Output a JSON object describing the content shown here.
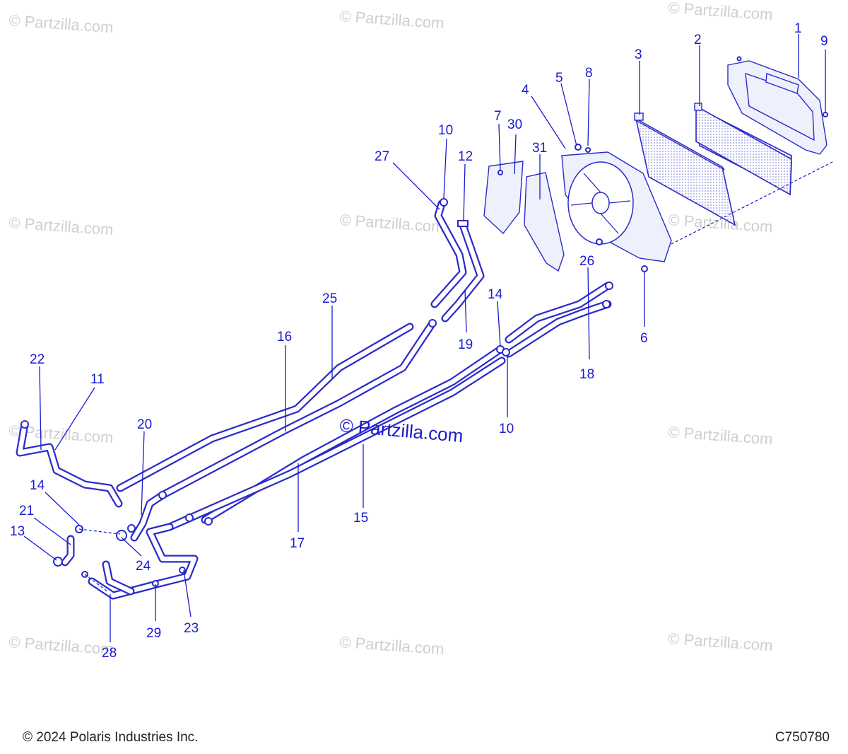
{
  "watermark": "© Partzilla.com",
  "center_watermark": "© Partzilla.com",
  "footer": {
    "copyright": "© 2024 Polaris Industries Inc.",
    "code": "C750780"
  },
  "callouts": [
    {
      "id": "c1",
      "text": "1"
    },
    {
      "id": "c2",
      "text": "2"
    },
    {
      "id": "c3",
      "text": "3"
    },
    {
      "id": "c4",
      "text": "4"
    },
    {
      "id": "c5",
      "text": "5"
    },
    {
      "id": "c6",
      "text": "6"
    },
    {
      "id": "c7",
      "text": "7"
    },
    {
      "id": "c8",
      "text": "8"
    },
    {
      "id": "c9",
      "text": "9"
    },
    {
      "id": "c10a",
      "text": "10"
    },
    {
      "id": "c10b",
      "text": "10"
    },
    {
      "id": "c11",
      "text": "11"
    },
    {
      "id": "c12",
      "text": "12"
    },
    {
      "id": "c13",
      "text": "13"
    },
    {
      "id": "c14a",
      "text": "14"
    },
    {
      "id": "c14b",
      "text": "14"
    },
    {
      "id": "c15",
      "text": "15"
    },
    {
      "id": "c16",
      "text": "16"
    },
    {
      "id": "c17",
      "text": "17"
    },
    {
      "id": "c18",
      "text": "18"
    },
    {
      "id": "c19",
      "text": "19"
    },
    {
      "id": "c20",
      "text": "20"
    },
    {
      "id": "c21",
      "text": "21"
    },
    {
      "id": "c22",
      "text": "22"
    },
    {
      "id": "c23",
      "text": "23"
    },
    {
      "id": "c24",
      "text": "24"
    },
    {
      "id": "c25",
      "text": "25"
    },
    {
      "id": "c26",
      "text": "26"
    },
    {
      "id": "c27",
      "text": "27"
    },
    {
      "id": "c28",
      "text": "28"
    },
    {
      "id": "c29",
      "text": "29"
    },
    {
      "id": "c30",
      "text": "30"
    },
    {
      "id": "c31",
      "text": "31"
    }
  ],
  "colors": {
    "line": "#2b2bc8",
    "label": "#1a1ad0",
    "watermark": "#cfcfcf"
  }
}
